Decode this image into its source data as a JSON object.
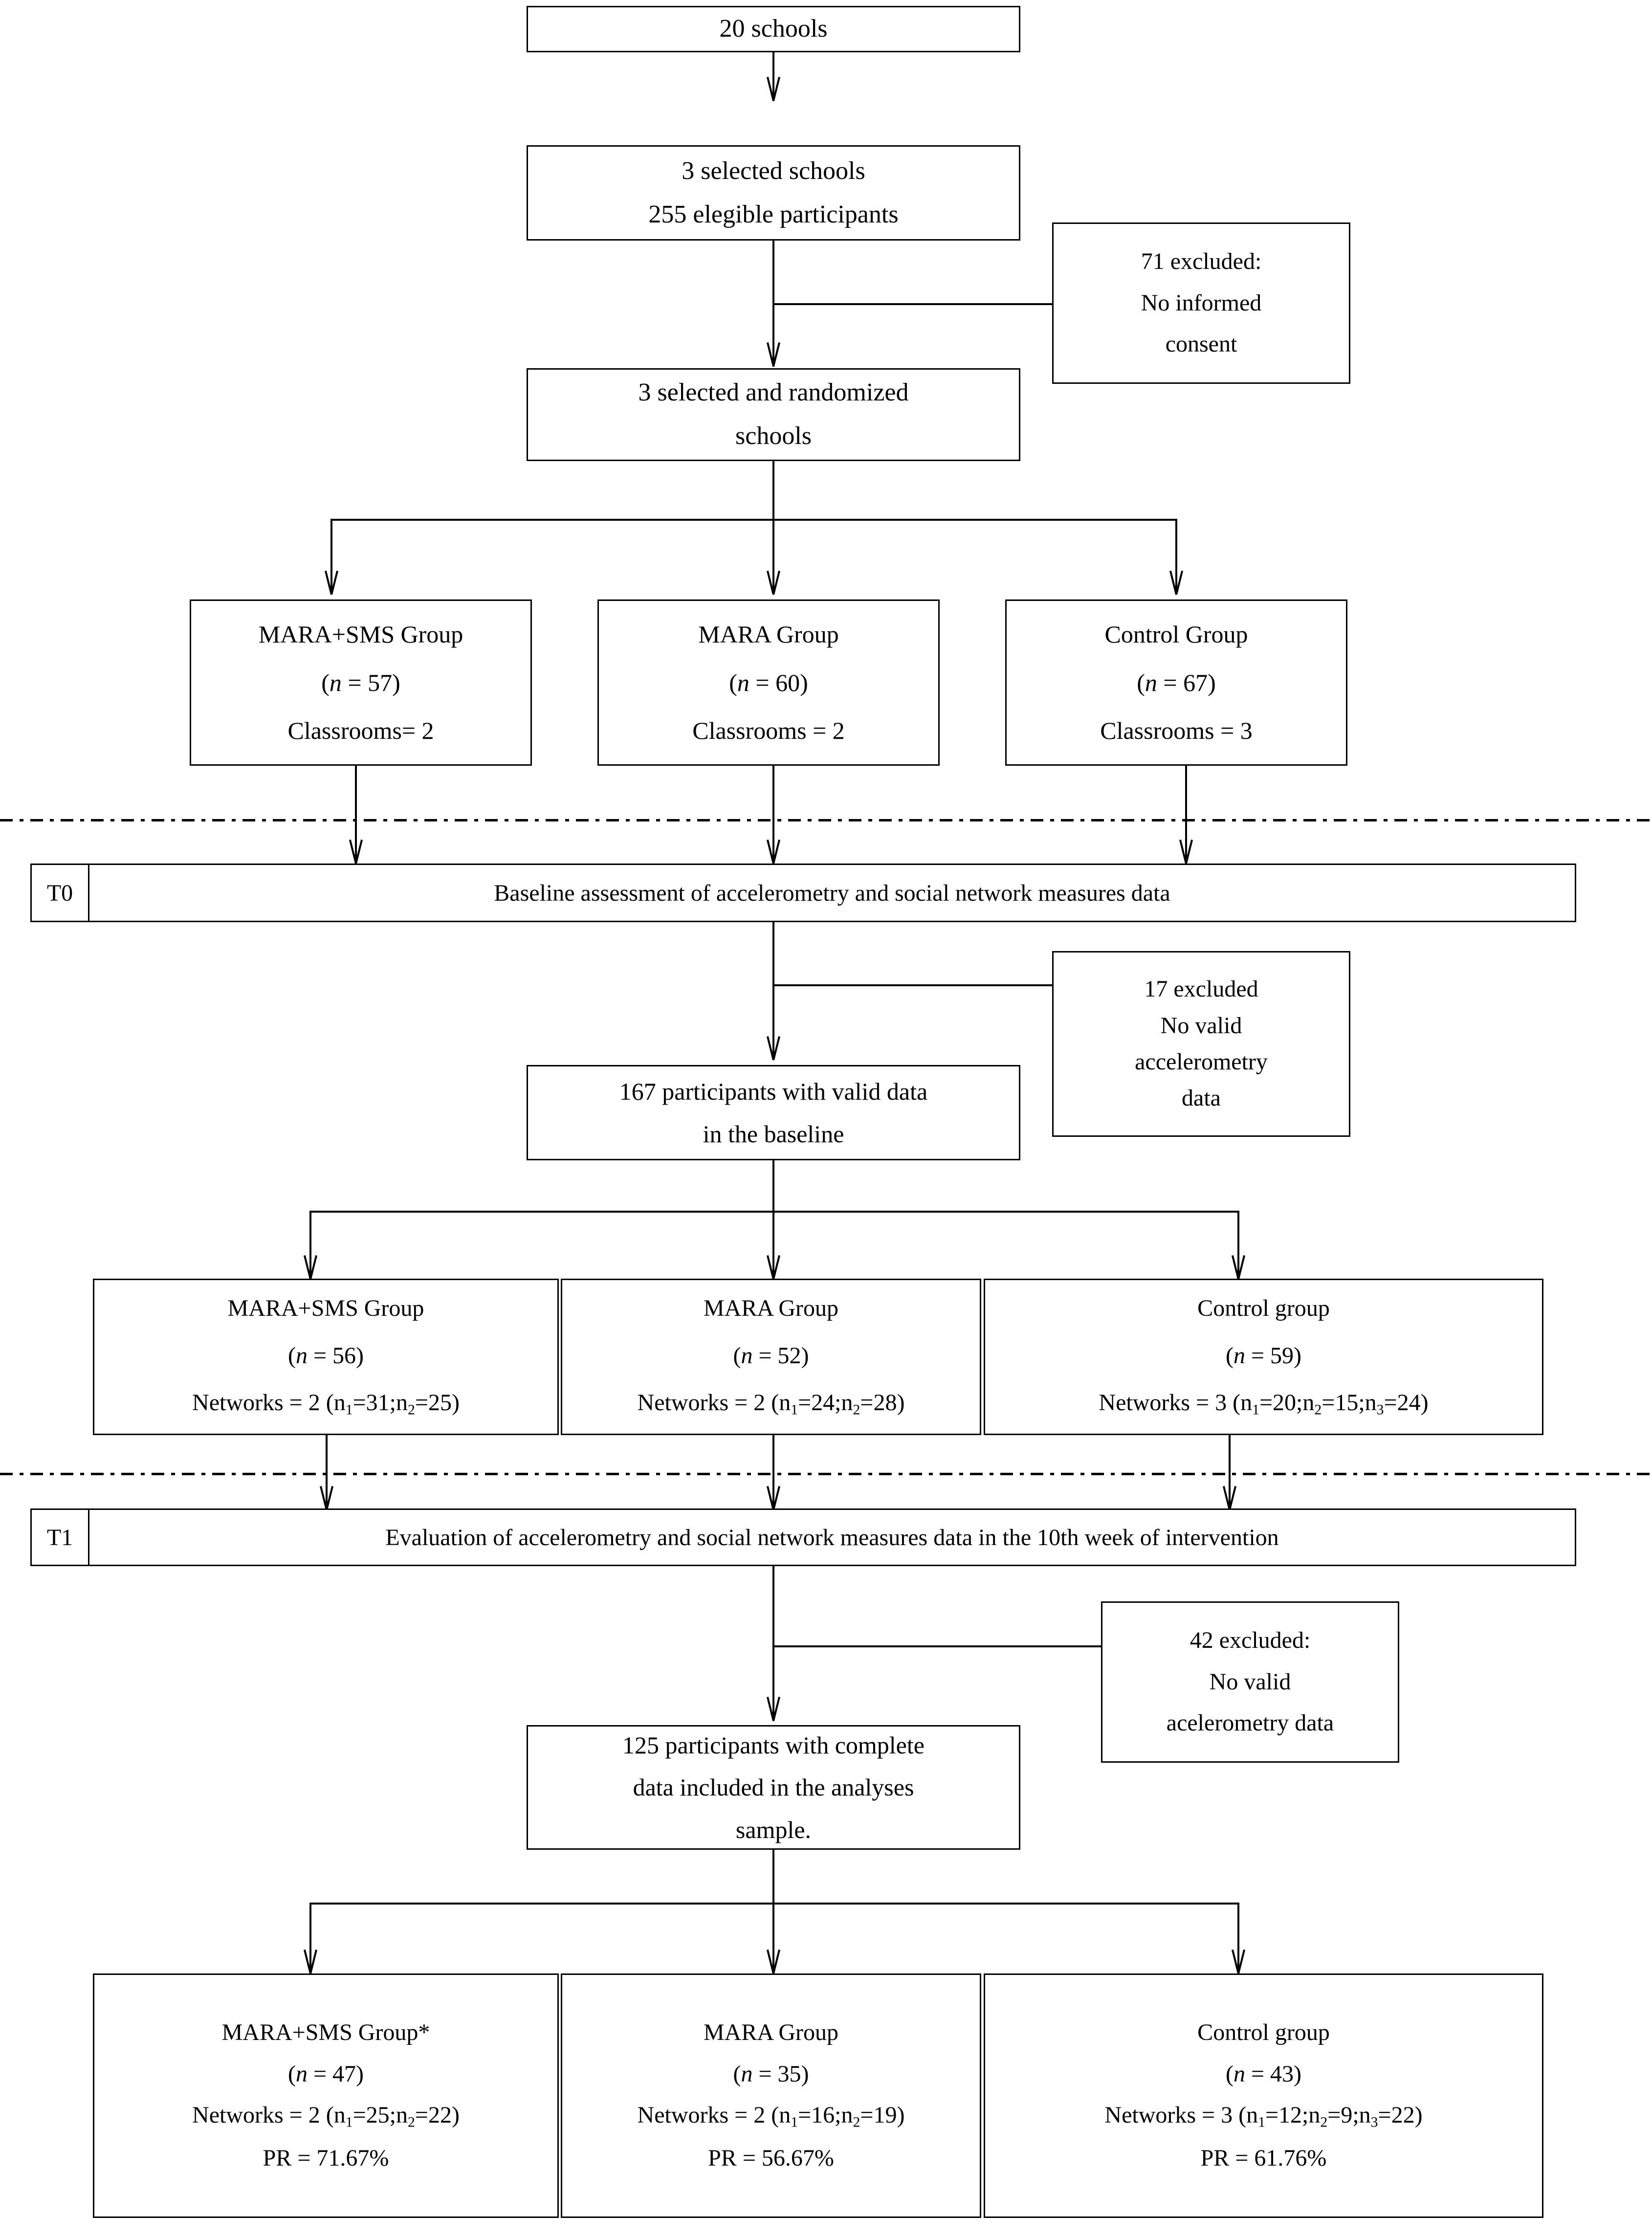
{
  "figure": {
    "type": "consort-flow-diagram",
    "title": "Participant flow through the MARA / MARA+SMS cluster randomized trial"
  },
  "nodes": {
    "schools_total": {
      "line1": "20 schools"
    },
    "selected_schools": {
      "line1": "3 selected schools",
      "line2": "255 elegible participants"
    },
    "excluded_consent": {
      "line1": "71 excluded:",
      "line2": "No informed",
      "line3": "consent"
    },
    "randomized_schools": {
      "line1": "3 selected and randomized",
      "line2": "schools"
    },
    "alloc_mara_sms": {
      "name": "MARA+SMS Group",
      "n": "(n = 57)",
      "classrooms": "Classrooms= 2"
    },
    "alloc_mara": {
      "name": "MARA Group",
      "n": "(n = 60)",
      "classrooms": "Classrooms = 2"
    },
    "alloc_control": {
      "name": "Control Group",
      "n": "(n = 67)",
      "classrooms": "Classrooms = 3"
    },
    "t0_bar": {
      "label": "T0",
      "text": "Baseline assessment of accelerometry and social network measures data"
    },
    "excluded_baseline": {
      "line1": "17 excluded",
      "line2": "No valid",
      "line3": "accelerometry",
      "line4": "data"
    },
    "valid_baseline": {
      "line1": "167 participants with valid data",
      "line2": "in the baseline"
    },
    "base_mara_sms": {
      "name": "MARA+SMS Group",
      "n": "(n = 56)",
      "networks_prefix": "Networks = 2 (n",
      "networks_full": "Networks = 2 (n1=31;n2=25)",
      "networks_count": "2",
      "subnets": [
        {
          "sub": "1",
          "value": "31"
        },
        {
          "sub": "2",
          "value": "25"
        }
      ]
    },
    "base_mara": {
      "name": "MARA Group",
      "n": "(n = 52)",
      "networks_full": "Networks = 2 (n1=24;n2=28)",
      "networks_count": "2",
      "subnets": [
        {
          "sub": "1",
          "value": "24"
        },
        {
          "sub": "2",
          "value": "28"
        }
      ]
    },
    "base_control": {
      "name": "Control group",
      "n": "(n = 59)",
      "networks_full": "Networks = 3 (n1=20;n2=15;n3=24)",
      "networks_count": "3",
      "subnets": [
        {
          "sub": "1",
          "value": "20"
        },
        {
          "sub": "2",
          "value": "15"
        },
        {
          "sub": "3",
          "value": "24"
        }
      ]
    },
    "t1_bar": {
      "label": "T1",
      "text": "Evaluation of accelerometry and social network measures data in the 10th week of intervention"
    },
    "excluded_followup": {
      "line1": "42 excluded:",
      "line2": "No valid",
      "line3": "acelerometry data"
    },
    "analysed_total": {
      "line1": "125 participants with complete",
      "line2": "data included in the analyses",
      "line3": "sample."
    },
    "final_mara_sms": {
      "name": "MARA+SMS Group*",
      "n": "(n = 47)",
      "networks_full": "Networks = 2 (n1=25;n2=22)",
      "networks_count": "2",
      "subnets": [
        {
          "sub": "1",
          "value": "25"
        },
        {
          "sub": "2",
          "value": "22"
        }
      ],
      "pr": "PR = 71.67%"
    },
    "final_mara": {
      "name": "MARA Group",
      "n": "(n = 35)",
      "networks_full": "Networks = 2 (n1=16;n2=19)",
      "networks_count": "2",
      "subnets": [
        {
          "sub": "1",
          "value": "16"
        },
        {
          "sub": "2",
          "value": "19"
        }
      ],
      "pr": "PR = 56.67%"
    },
    "final_control": {
      "name": "Control group",
      "n": "(n = 43)",
      "networks_full": "Networks = 3 (n1=12;n2=9;n3=22)",
      "networks_count": "3",
      "subnets": [
        {
          "sub": "1",
          "value": "12"
        },
        {
          "sub": "2",
          "value": "9"
        },
        {
          "sub": "3",
          "value": "22"
        }
      ],
      "pr": "PR = 61.76%"
    }
  },
  "labels": {
    "networks_word": "Networks = ",
    "n_letter": "n",
    "eq": "=",
    "semicolon": ";",
    "paren_open": "(",
    "paren_close": ")"
  },
  "colors": {
    "stroke": "#000000",
    "background": "#ffffff",
    "text": "#000000"
  }
}
